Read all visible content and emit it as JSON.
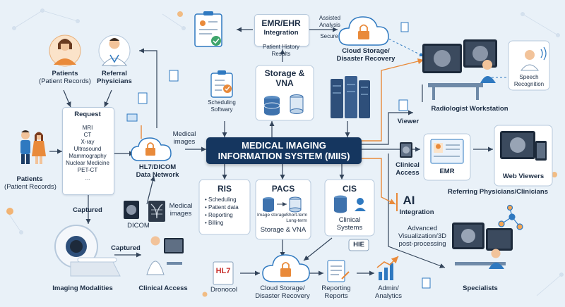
{
  "colors": {
    "navy": "#15365f",
    "arrow": "#33445a",
    "orange": "#e98a3a",
    "accent_blue": "#2f79c0",
    "background": "#e9f1f8"
  },
  "center": {
    "line1": "MEDICAL IMAGING",
    "line2": "INFORMATION SYSTEM (MIIS)"
  },
  "patients_top": {
    "title": "Patients",
    "subtitle": "(Patient Records)"
  },
  "referral": {
    "title": "Referral",
    "subtitle": "Physicians"
  },
  "request": {
    "title": "Request",
    "items": [
      "MRI",
      "CT",
      "X-ray",
      "Ultrasound",
      "Mammography",
      "Nuclear Medicine",
      "PET-CT",
      "..."
    ]
  },
  "patients_left": {
    "title": "Patients",
    "subtitle": "(Patient Records)"
  },
  "captured_left": "Captured",
  "captured_bottom": "Captured",
  "imaging_modalities": "Imaging Modalities",
  "clinical_access_bottom": "Clinical Access",
  "dicom": "DICOM",
  "medical_images_bottom": {
    "line1": "Medical",
    "line2": "images"
  },
  "network": {
    "line1": "HL7/DICOM",
    "line2": "Data Network"
  },
  "medical_images_top": {
    "line1": "Medical",
    "line2": "images"
  },
  "scheduling": {
    "line1": "Scheduling",
    "line2": "Softwary"
  },
  "storage_vna": {
    "line1": "Storage &",
    "line2": "VNA"
  },
  "emr_ehr": {
    "line1": "EMR/EHR",
    "line2": "Integration"
  },
  "patient_history": {
    "line1": "Patient History",
    "line2": "Results"
  },
  "assisted_analysis": {
    "line1": "Assisted",
    "line2": "Analysis"
  },
  "secure": "Secure",
  "cloud_top": {
    "line1": "Cloud Storage/",
    "line2": "Disaster Recovery"
  },
  "radiologist": "Radiologist Workstation",
  "speech": {
    "line1": "Speech",
    "line2": "Recognition"
  },
  "viewer": "Viewer",
  "clinical_access_right": {
    "line1": "Clinical",
    "line2": "Access"
  },
  "emr": "EMR",
  "web_viewers": "Web Viewers",
  "referring": "Referring Physicians/Clinicians",
  "ai": {
    "title": "AI",
    "subtitle": "Integration"
  },
  "advanced": {
    "line1": "Advanced",
    "line2": "Visualization/3D",
    "line3": "post-processing"
  },
  "specialists": "Specialists",
  "ris": {
    "title": "RIS",
    "items": [
      "• Scheduling",
      "• Patient data",
      "• Reporting",
      "• Billing"
    ]
  },
  "pacs": {
    "title": "PACS",
    "image_storage": "Image storage",
    "short_term": "Short-term",
    "long_term": "Long-term",
    "footer": "Storage & VNA"
  },
  "cis": {
    "title": "CIS",
    "line1": "Clinical",
    "line2": "Systems"
  },
  "hie": "HIE",
  "hl7_badge": "HL7",
  "dronocol": "Dronocol",
  "cloud_bottom": {
    "line1": "Cloud Storage/",
    "line2": "Disaster Recovery"
  },
  "reporting": {
    "line1": "Reporting",
    "line2": "Reports"
  },
  "admin": {
    "line1": "Admin/",
    "line2": "Analytics"
  }
}
